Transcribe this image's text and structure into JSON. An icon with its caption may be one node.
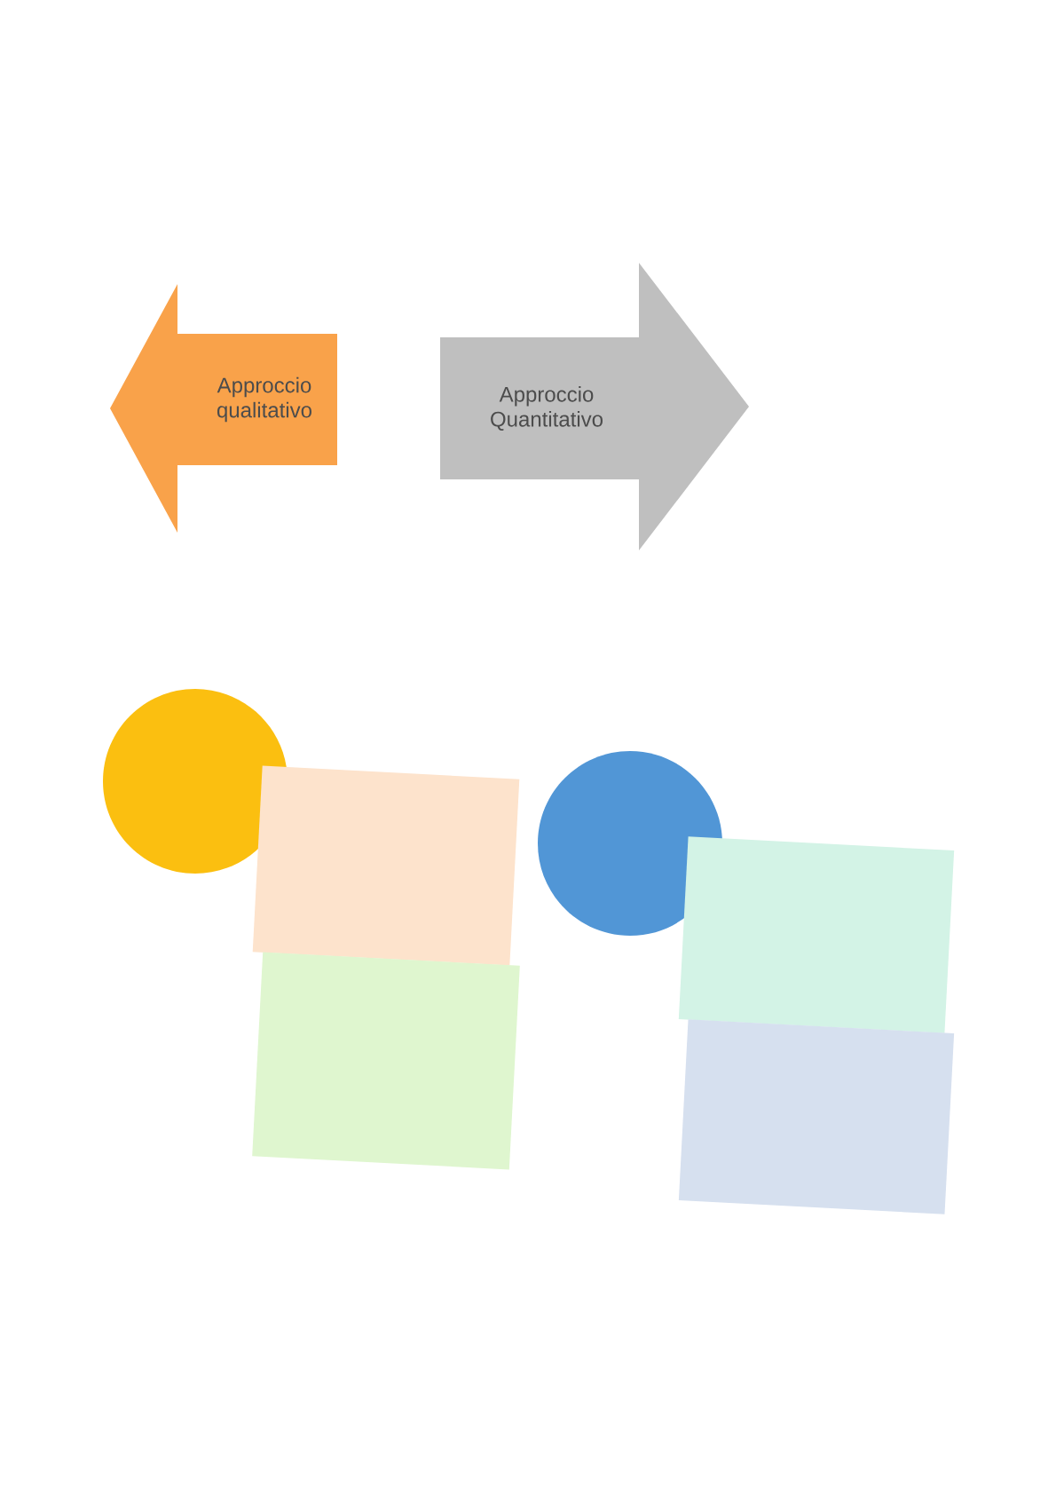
{
  "diagram": {
    "nodes": [
      {
        "text": [
          "Approccio qualitativo"
        ]
      },
      {
        "text": [
          "Approccio Quantitativo"
        ]
      },
      {
        "text": [],
        "shape": "circle"
      },
      {
        "text": [],
        "shape": "box"
      },
      {
        "text": [],
        "shape": "box"
      },
      {
        "text": [],
        "shape": "circle"
      },
      {
        "text": [],
        "shape": "box"
      },
      {
        "text": [],
        "shape": "box"
      }
    ]
  }
}
